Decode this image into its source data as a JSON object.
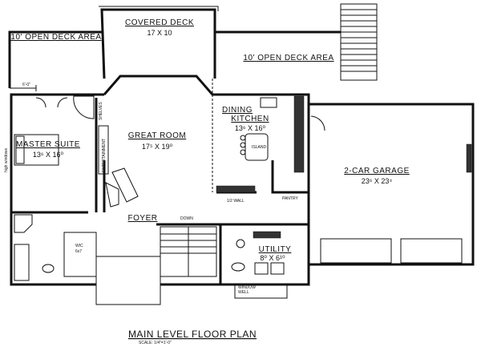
{
  "title": "MAIN LEVEL FLOOR PLAN",
  "scale": "SCALE: 1/4\"=1'-0\"",
  "rooms": {
    "covered_deck": {
      "name": "COVERED DECK",
      "size": "17  X  10"
    },
    "open_deck_left": {
      "name": "10' OPEN DECK AREA"
    },
    "open_deck_right": {
      "name": "10' OPEN DECK AREA"
    },
    "master_suite": {
      "name": "MASTER SUITE",
      "size": "13⁶  X  16⁰"
    },
    "great_room": {
      "name": "GREAT ROOM",
      "size": "17⁵  X  19⁰"
    },
    "dining": {
      "name": "DINING"
    },
    "kitchen": {
      "name": "KITCHEN",
      "size": "13⁶  X  16⁰"
    },
    "garage": {
      "name": "2-CAR GARAGE",
      "size": "23⁶  X  23⁴"
    },
    "foyer": {
      "name": "FOYER"
    },
    "utility": {
      "name": "UTILITY",
      "size": "8⁰  X  6¹⁰"
    }
  },
  "notes": {
    "shelves": "SHELVES",
    "entertainment": "ENTERTAINMENT",
    "island": "ISLAND",
    "pantry": "PANTRY",
    "half_wall": "1/2 WALL",
    "down": "DOWN",
    "wic": "WIC",
    "wic_size": "6x7",
    "window_well_1": "WINDOW",
    "window_well_2": "WELL",
    "high_windows": "high windows",
    "dimension": "6'-0\""
  }
}
